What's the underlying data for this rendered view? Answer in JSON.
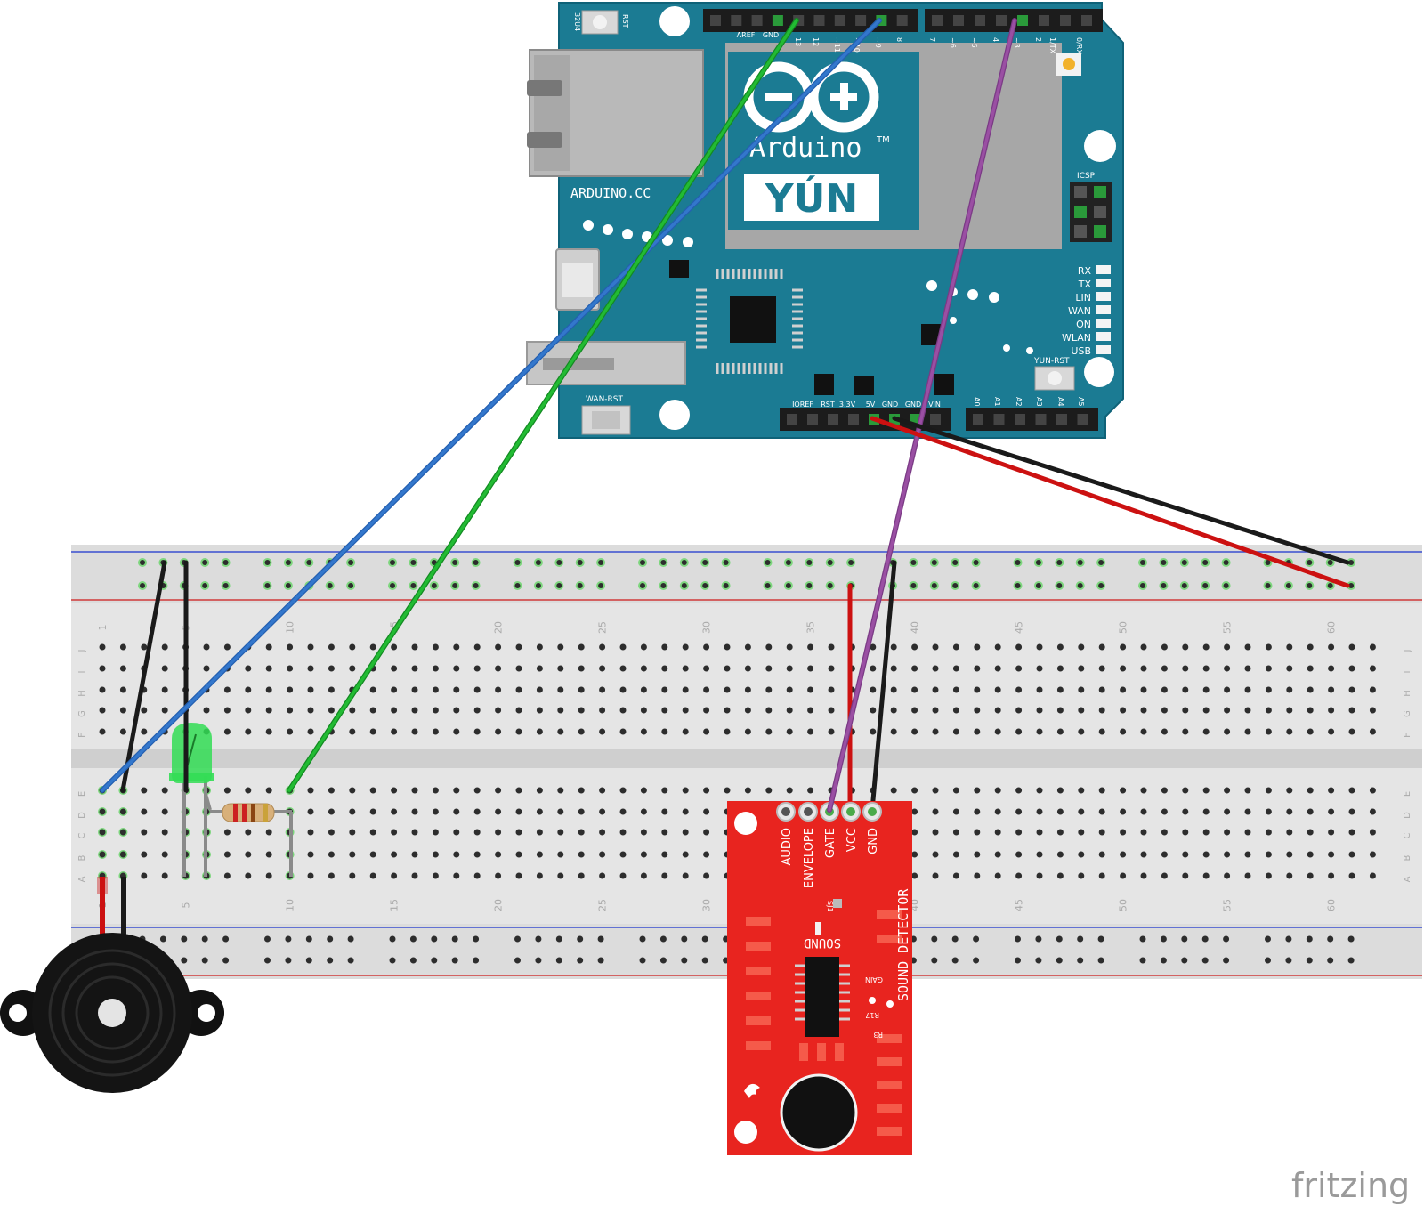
{
  "board": {
    "logo_text": "Arduino",
    "tm": "TM",
    "model": "YÚN",
    "url": "ARDUINO.CC",
    "wan_rst": "WAN-RST",
    "yun_rst": "YUN-RST",
    "icsp": "ICSP",
    "reset_32u4": "32U4",
    "rst": "RST",
    "digital_labels": [
      "AREF",
      "GND",
      "13",
      "12",
      "~11",
      "~10",
      "~9",
      "8",
      "7",
      "~6",
      "~5",
      "4",
      "~3",
      "2",
      "1/TX",
      "0/RX"
    ],
    "power_labels": [
      "IOREF",
      "RST",
      "3.3V",
      "5V",
      "GND",
      "GND",
      "VIN"
    ],
    "analog_labels": [
      "A0",
      "A1",
      "A2",
      "A3",
      "A4",
      "A5"
    ],
    "leds": [
      "RX",
      "TX",
      "LIN",
      "WAN",
      "ON",
      "WLAN",
      "USB"
    ]
  },
  "breadboard": {
    "column_numbers": [
      "1",
      "5",
      "10",
      "15",
      "20",
      "25",
      "30",
      "35",
      "40",
      "45",
      "50",
      "55",
      "60"
    ],
    "rows_top": [
      "J",
      "I",
      "H",
      "G",
      "F"
    ],
    "rows_bottom": [
      "E",
      "D",
      "C",
      "B",
      "A"
    ]
  },
  "sensor": {
    "pins": [
      "AUDIO",
      "ENVELOPE",
      "GATE",
      "VCC",
      "GND"
    ],
    "title": "SOUND DETECTOR",
    "sound": "SOUND",
    "sj1": "SJ1",
    "gain": "GAIN",
    "r17": "R17",
    "r3": "R3"
  },
  "watermark": "fritzing",
  "colors": {
    "board": "#1c7a92",
    "breadboard": "#e6e6e6",
    "sensor": "#e8241f",
    "wire_green": "#22bb33",
    "wire_blue": "#3377cc",
    "wire_purple": "#9a4fa3",
    "wire_red": "#cc1111",
    "wire_black": "#1a1a1a"
  }
}
